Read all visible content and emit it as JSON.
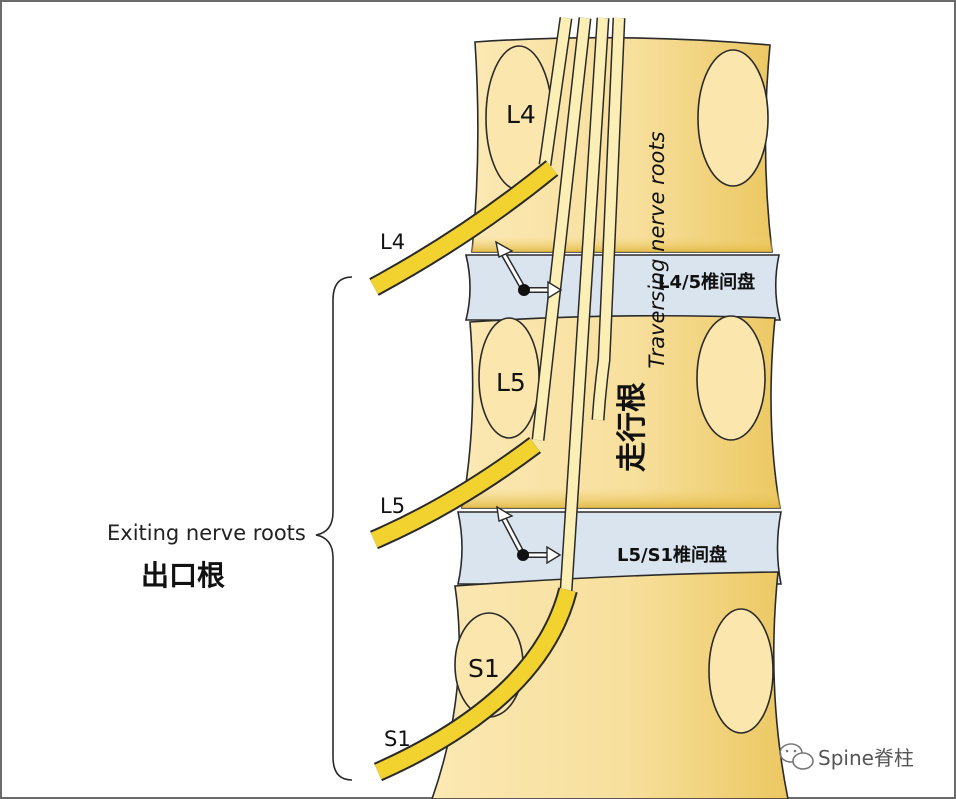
{
  "diagram": {
    "vertebrae": {
      "l4": "L4",
      "l5": "L5",
      "s1": "S1"
    },
    "nerve_labels": {
      "l4": "L4",
      "l5": "L5",
      "s1": "S1"
    },
    "discs": {
      "l45": "L4/5椎间盘",
      "l5s1": "L5/S1椎间盘"
    },
    "traversing_en": "Traversing nerve roots",
    "traversing_cn": "走行根",
    "exiting_en": "Exiting nerve roots",
    "exiting_cn": "出口根",
    "watermark": "Spine脊柱"
  },
  "colors": {
    "bone": "#f9e3a6",
    "bone_shade": "#e3bd45",
    "disc": "#d9e4ef",
    "nerve": "#f2d22e",
    "nerve_edge": "#8a7318",
    "cord": "#fcefb5",
    "outline": "#2a2a2a"
  }
}
